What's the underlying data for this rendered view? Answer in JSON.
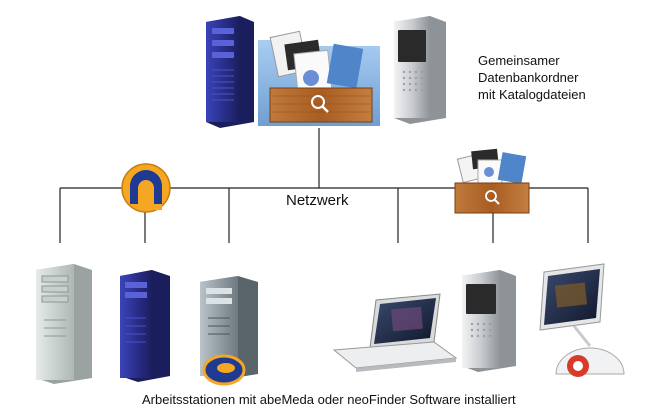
{
  "server_label": {
    "line1": "Gemeinsamer",
    "line2": "Datenbankordner",
    "line3": "mit Katalogdateien"
  },
  "network_label": "Netzwerk",
  "caption": "Arbeitsstationen mit abeMeda oder neoFinder Software installiert",
  "icons": {
    "server_tower_left": "blue-tower-server-icon",
    "shared_folder": "catalog-folder-icon",
    "server_tower_right": "mac-pro-server-icon",
    "abemeda_logo": "abemeda-logo-icon",
    "neofinder_logo": "neofinder-logo-icon",
    "ws1": "beige-tower-computer-icon",
    "ws2": "blue-tower-computer-icon",
    "ws3": "grey-tower-computer-icon",
    "ws4": "laptop-computer-icon",
    "ws5": "mac-pro-computer-icon",
    "ws6": "imac-computer-icon"
  },
  "colors": {
    "line": "#222222",
    "blue_tower": "#2a2f8c",
    "folder": "#86b6e6",
    "wood": "#b56a2c",
    "mac_pro": "#c9ccd0",
    "logo_orange": "#f5a623",
    "logo_blue": "#1f3a93"
  }
}
